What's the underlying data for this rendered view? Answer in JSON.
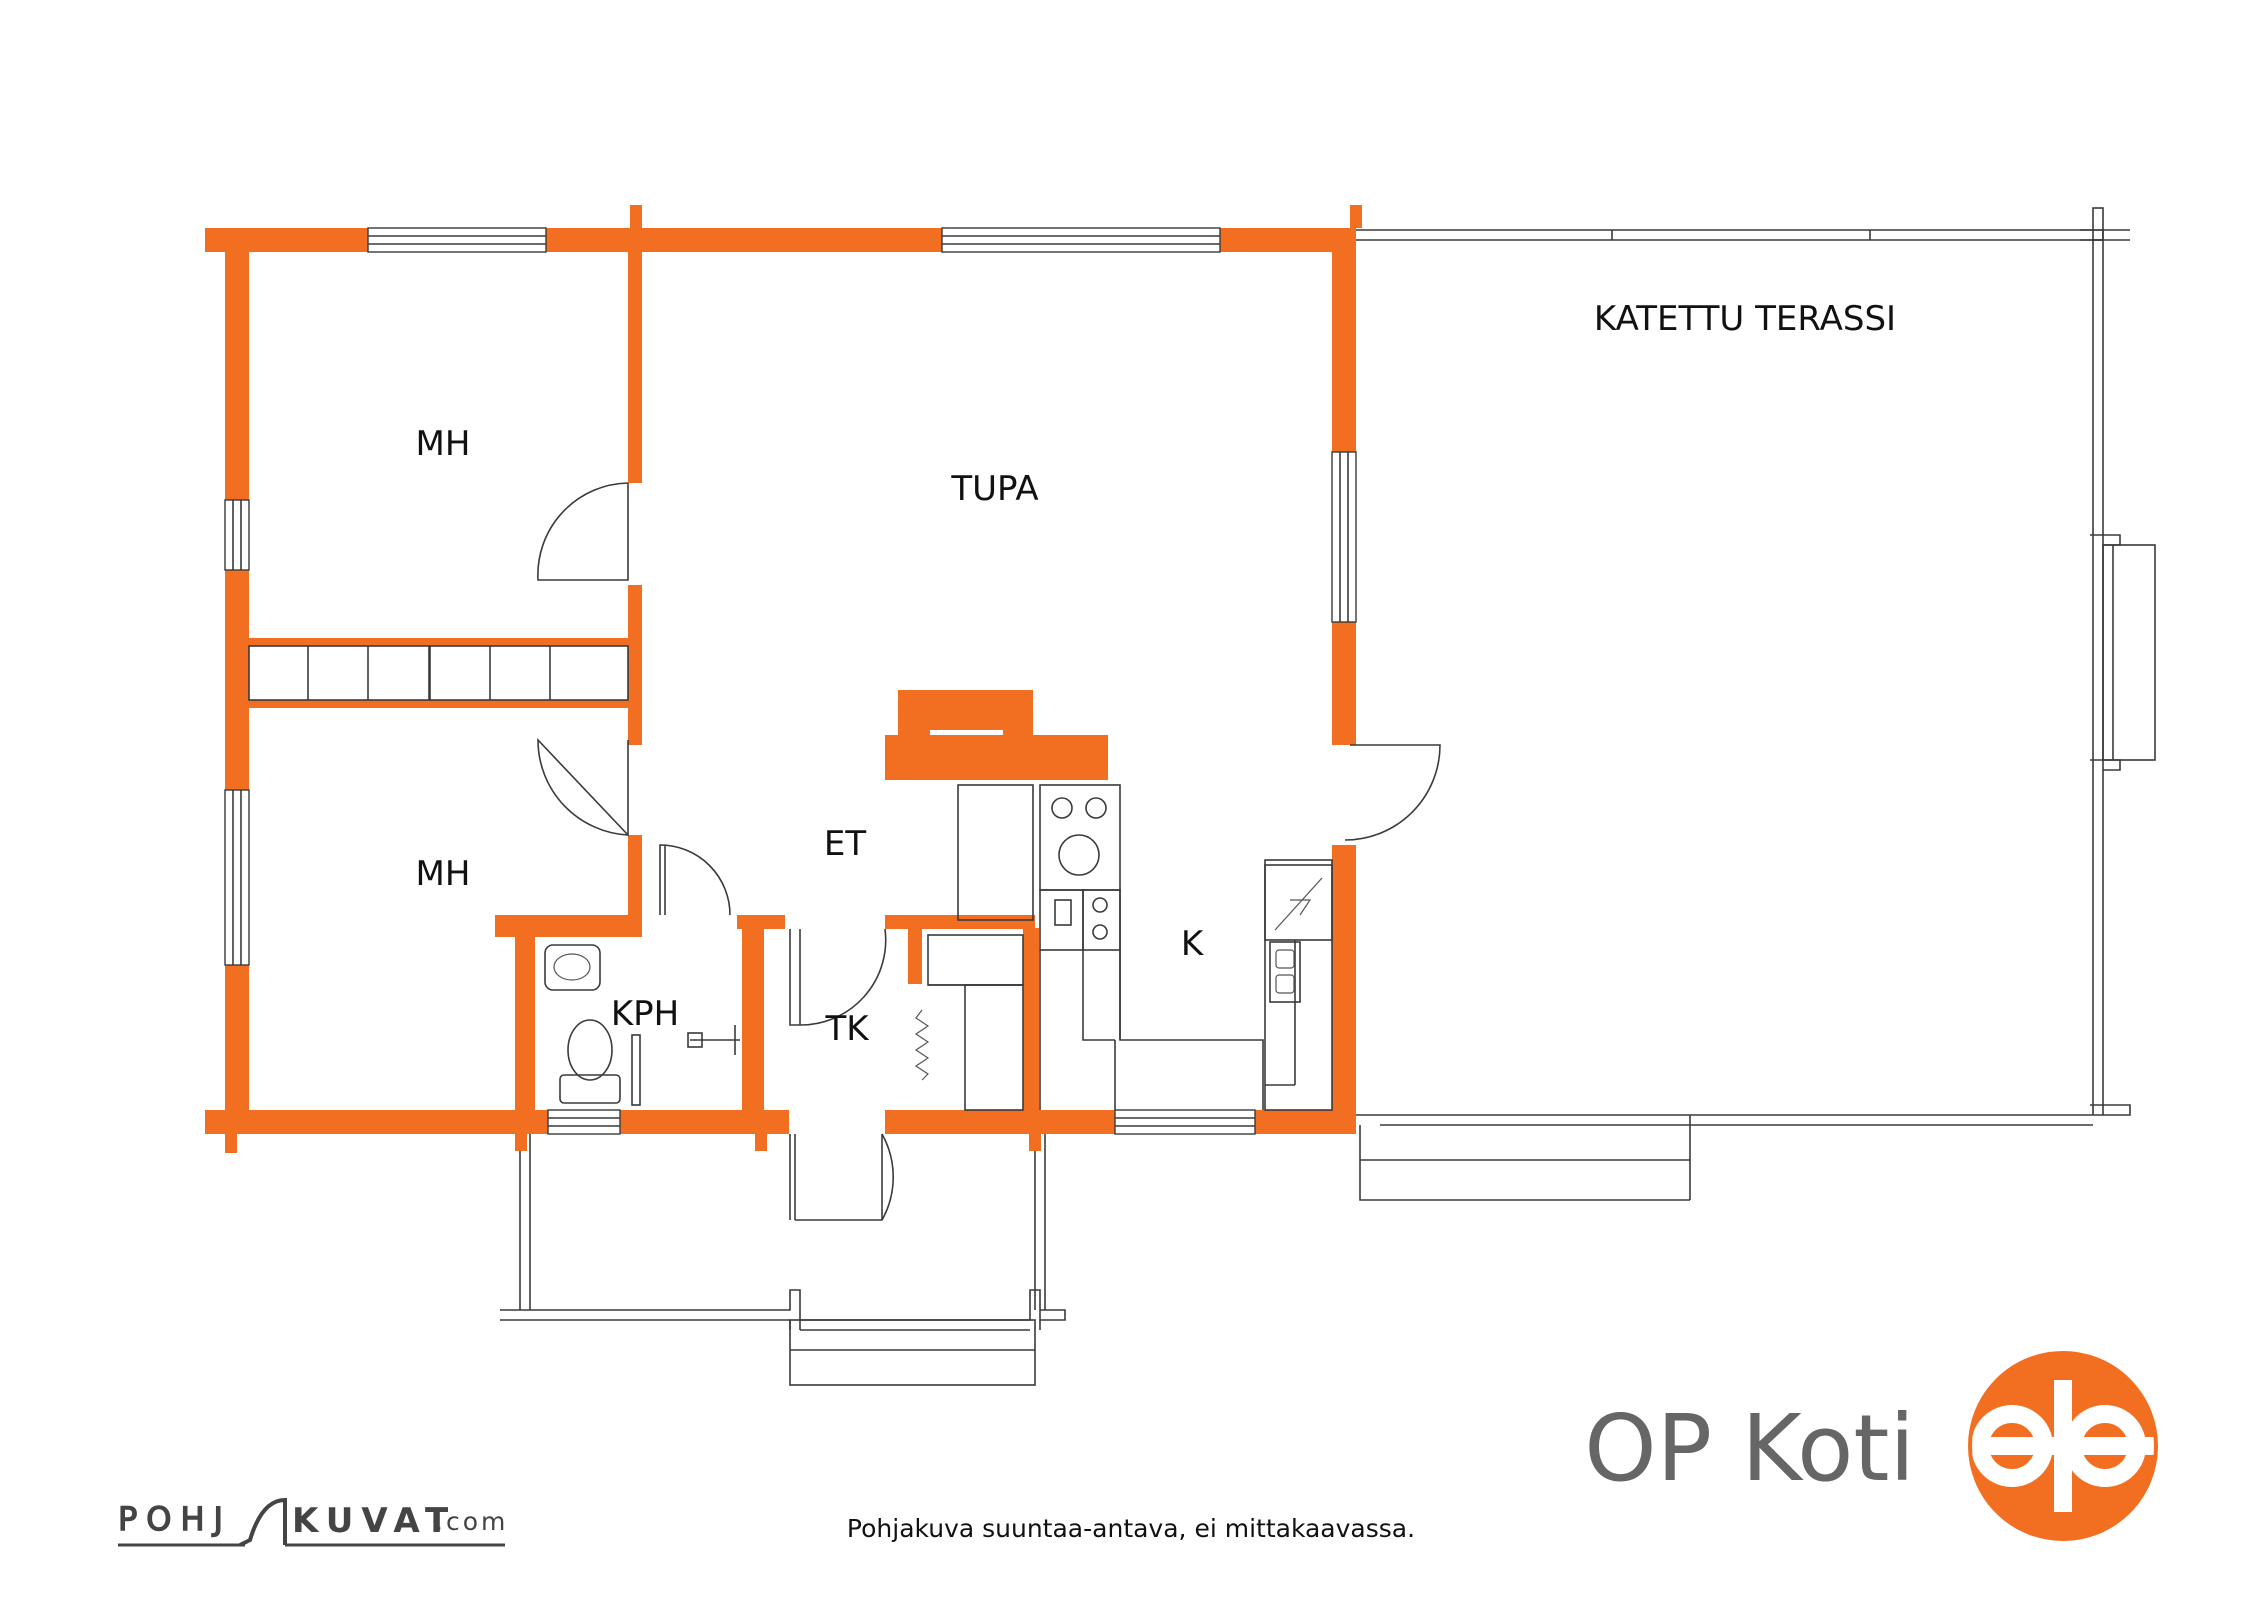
{
  "rooms": {
    "mh_upper": "MH",
    "mh_lower": "MH",
    "tupa": "TUPA",
    "katettu_terassi": "KATETTU TERASSI",
    "et": "ET",
    "k": "K",
    "kph": "KPH",
    "tk": "TK"
  },
  "brand": {
    "name": "OP Koti",
    "color": "#f26f21"
  },
  "caption": "Pohjakuva suuntaa-antava, ei mittakaavassa.",
  "watermark": {
    "left": "POHJ",
    "right": "KUVAT",
    "suffix": ".com"
  },
  "colors": {
    "wall": "#f26f21",
    "line": "#3a3a3a"
  }
}
